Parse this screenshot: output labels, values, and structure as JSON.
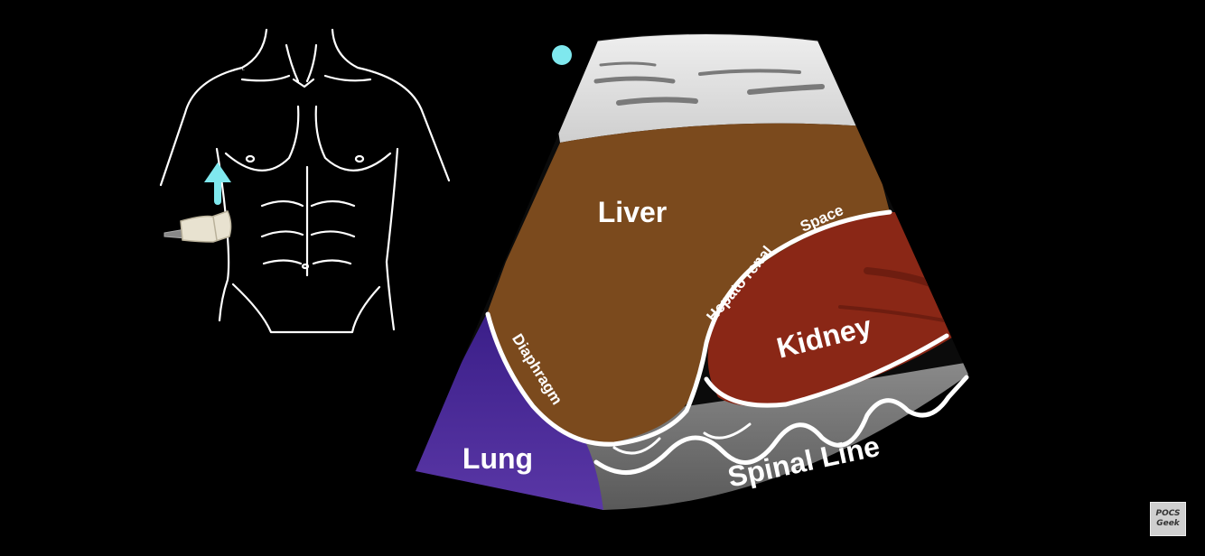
{
  "labels": {
    "liver": "Liver",
    "kidney": "Kidney",
    "lung": "Lung",
    "spinal_line": "Spinal Line",
    "diaphragm": "Diaphragm",
    "hepato_renal": "Hepato renal",
    "space": "Space"
  },
  "logo": {
    "line1": "POC",
    "line2": "S",
    "line3": "Geek"
  },
  "colors": {
    "liver": "#7b4a1d",
    "kidney": "#8a2716",
    "lung": "#4a2a8e",
    "probe_marker": "#7fe8ee",
    "outline": "#ffffff",
    "spine_shadow": "#6b6b6b"
  },
  "icons": [
    "torso-outline-icon",
    "ultrasound-probe-icon",
    "direction-arrow-icon",
    "probe-marker-dot-icon"
  ]
}
